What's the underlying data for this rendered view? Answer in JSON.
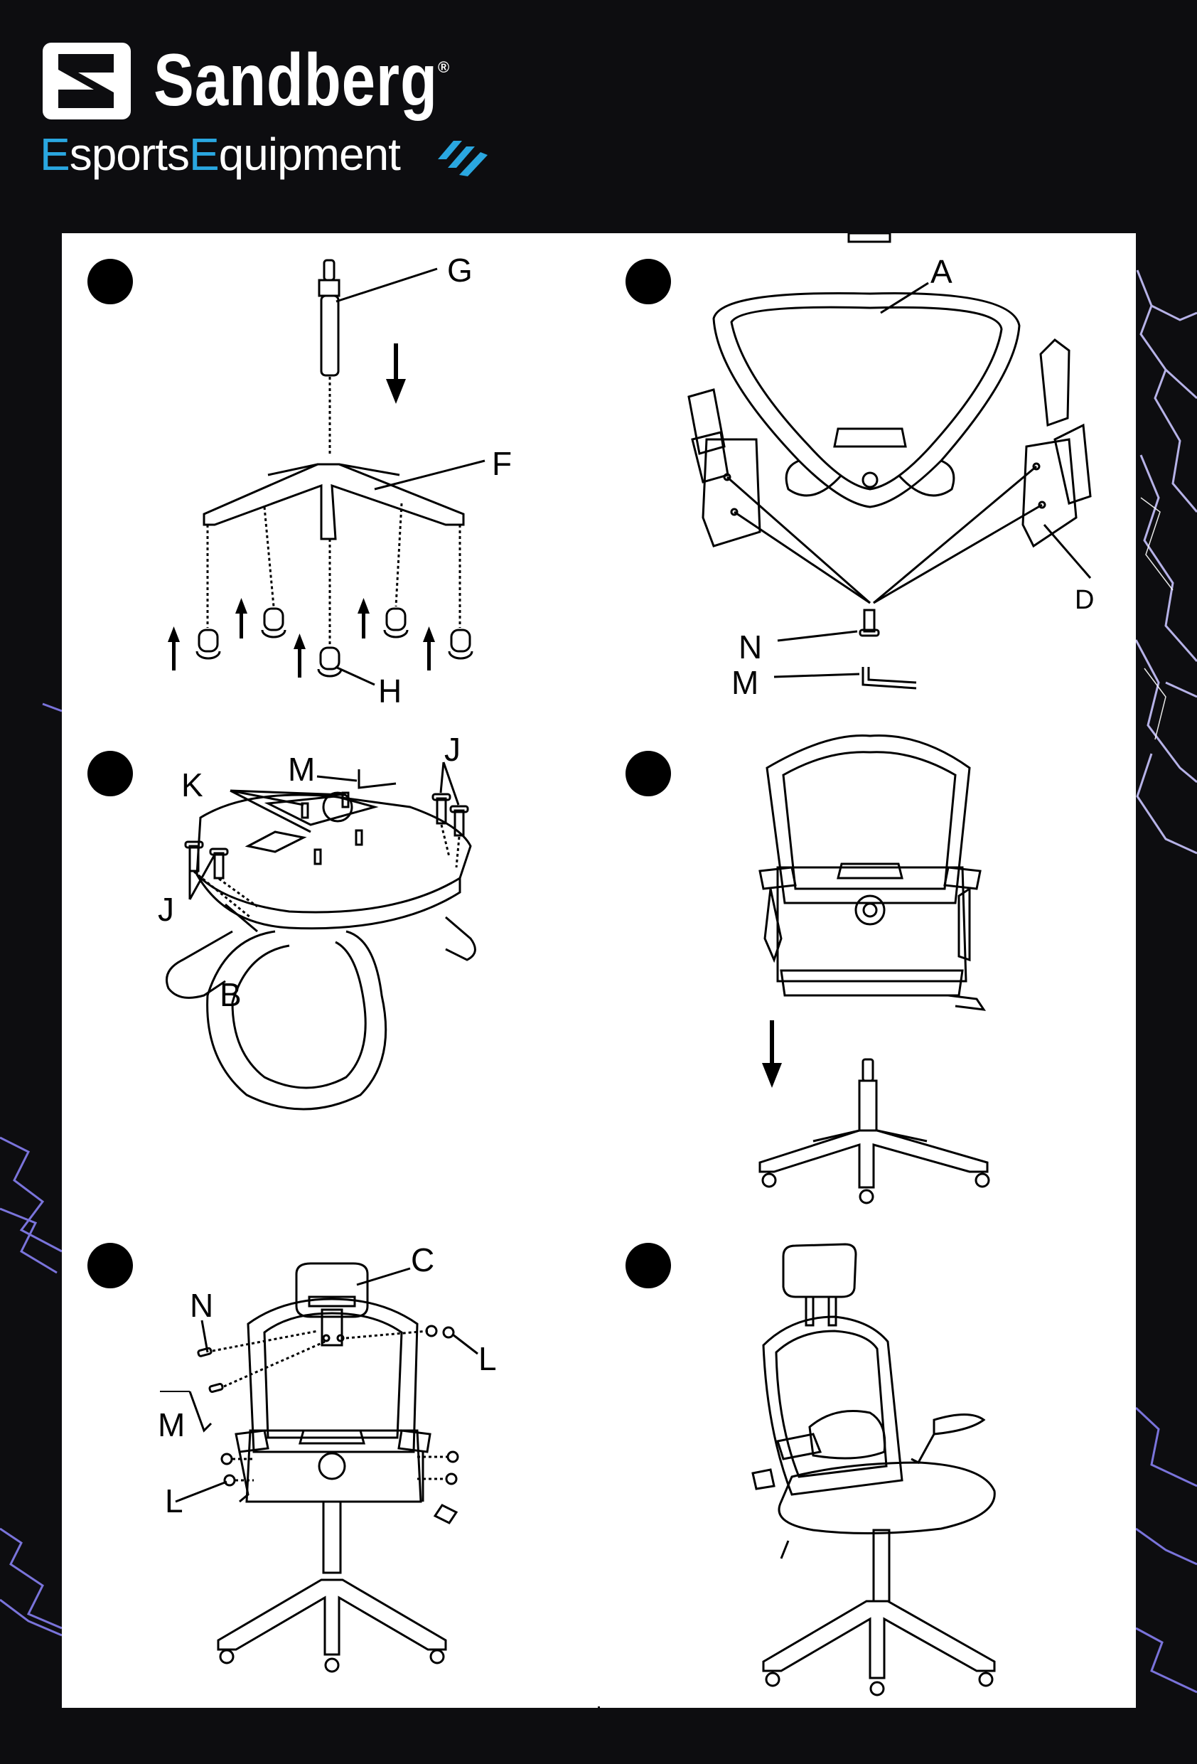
{
  "header": {
    "brand_name": "Sandberg",
    "trademark": "®",
    "tagline_e1": "E",
    "tagline_mid": "sports",
    "tagline_e2": "E",
    "tagline_end": "quipment",
    "accent_color": "#2aa7e0"
  },
  "steps": [
    {
      "labels": [
        "G",
        "F",
        "H"
      ]
    },
    {
      "labels": [
        "A",
        "D",
        "N",
        "M"
      ]
    },
    {
      "labels": [
        "M",
        "J",
        "K",
        "J",
        "B"
      ]
    },
    {
      "labels": []
    },
    {
      "labels": [
        "C",
        "N",
        "L",
        "M",
        "L"
      ]
    },
    {
      "labels": []
    }
  ],
  "icons": {
    "step_marker": "step-number-dot",
    "direction": "arrow-icon",
    "logo": "sandberg-s-logo"
  }
}
